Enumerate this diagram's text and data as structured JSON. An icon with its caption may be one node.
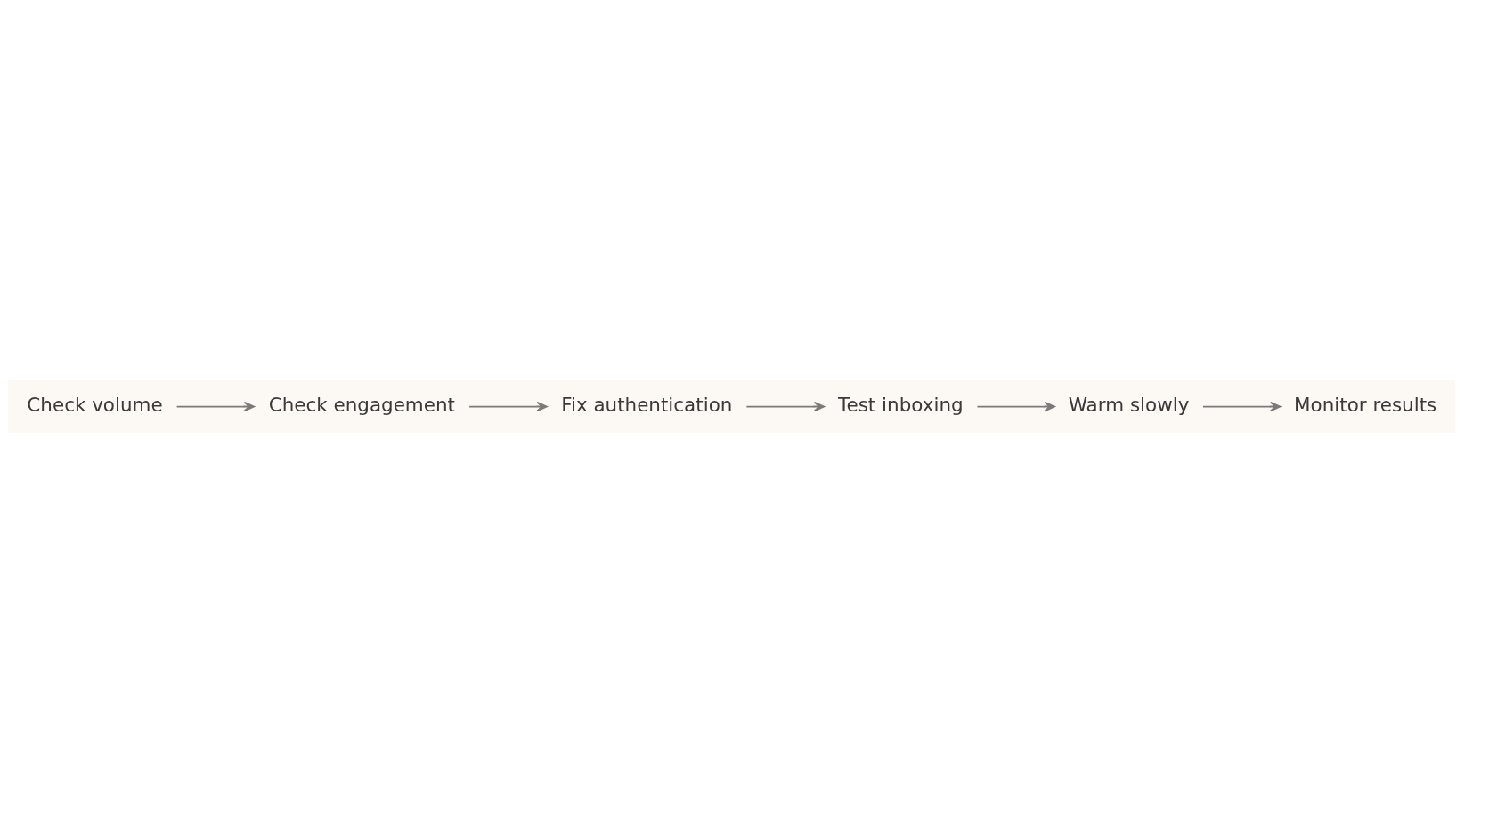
{
  "diagram": {
    "nodes": [
      {
        "text": [
          "Check volume"
        ]
      },
      {
        "text": [
          "Check engagement"
        ]
      },
      {
        "text": [
          "Fix authentication"
        ]
      },
      {
        "text": [
          "Test inboxing"
        ]
      },
      {
        "text": [
          "Warm slowly"
        ]
      },
      {
        "text": [
          "Monitor results"
        ]
      }
    ],
    "edges": [
      {
        "from": 0,
        "to": 1,
        "arrow": "to"
      },
      {
        "from": 1,
        "to": 2,
        "arrow": "to"
      },
      {
        "from": 2,
        "to": 3,
        "arrow": "to"
      },
      {
        "from": 3,
        "to": 4,
        "arrow": "to"
      },
      {
        "from": 4,
        "to": 5,
        "arrow": "to"
      }
    ]
  }
}
